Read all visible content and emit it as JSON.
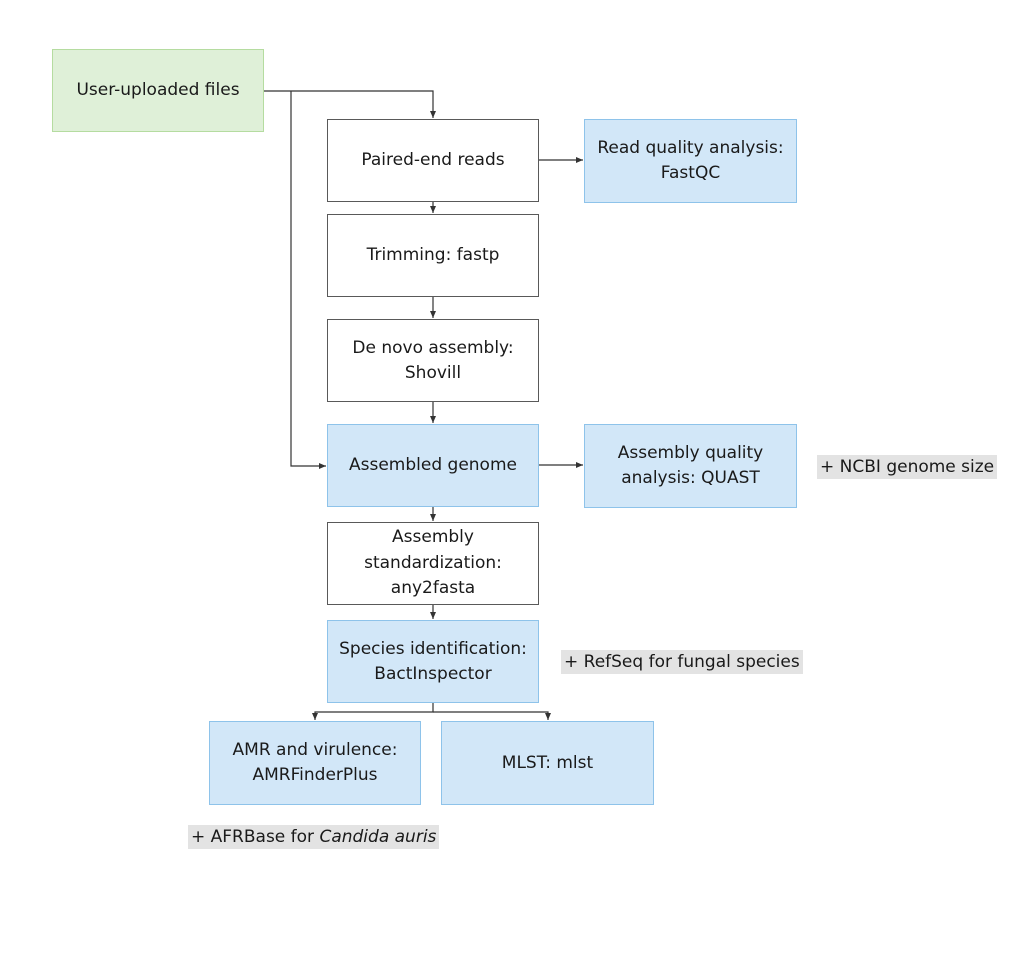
{
  "nodes": {
    "user_uploaded": "User-uploaded files",
    "paired_end": "Paired-end reads",
    "read_quality": [
      "Read quality analysis:",
      "FastQC"
    ],
    "trimming": "Trimming: fastp",
    "de_novo": [
      "De novo assembly:",
      "Shovill"
    ],
    "assembled_genome": "Assembled genome",
    "assembly_quality": [
      "Assembly quality",
      "analysis: QUAST"
    ],
    "standardization": [
      "Assembly",
      "standardization:",
      "any2fasta"
    ],
    "species_id": [
      "Species identification:",
      "BactInspector"
    ],
    "amr": [
      "AMR and virulence:",
      "AMRFinderPlus"
    ],
    "mlst": "MLST: mlst"
  },
  "notes": {
    "ncbi": "+ NCBI genome size",
    "refseq": "+ RefSeq for fungal species",
    "afrbase_prefix": "+ AFRBase for ",
    "afrbase_italic": "Candida auris"
  },
  "colors": {
    "input_fill": "#dff0d8",
    "analysis_fill": "#d2e7f8",
    "step_fill": "#ffffff",
    "note_fill": "#e3e3e3",
    "edge": "#333333"
  }
}
